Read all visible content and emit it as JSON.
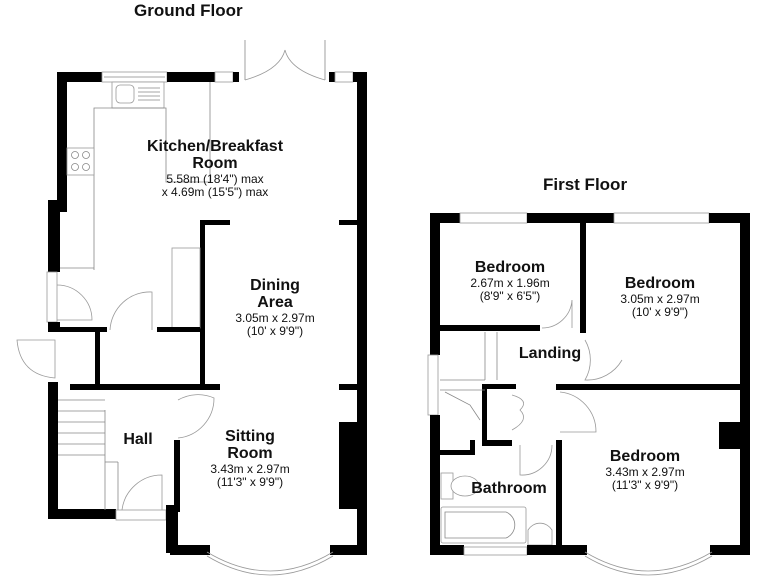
{
  "floors": [
    {
      "title": "Ground Floor",
      "rooms": [
        {
          "name": "Kitchen/Breakfast",
          "name2": "Room",
          "dim1": "5.58m (18'4\") max",
          "dim2": "x 4.69m (15'5\") max"
        },
        {
          "name": "Dining",
          "name2": "Area",
          "dim1": "3.05m x 2.97m",
          "dim2": "(10' x 9'9\")"
        },
        {
          "name": "Hall"
        },
        {
          "name": "Sitting",
          "name2": "Room",
          "dim1": "3.43m x 2.97m",
          "dim2": "(11'3\" x 9'9\")"
        }
      ]
    },
    {
      "title": "First Floor",
      "rooms": [
        {
          "name": "Bedroom",
          "dim1": "2.67m x 1.96m",
          "dim2": "(8'9\" x 6'5\")"
        },
        {
          "name": "Bedroom",
          "dim1": "3.05m x 2.97m",
          "dim2": "(10' x 9'9\")"
        },
        {
          "name": "Landing"
        },
        {
          "name": "Bathroom"
        },
        {
          "name": "Bedroom",
          "dim1": "3.43m x 2.97m",
          "dim2": "(11'3\" x 9'9\")"
        }
      ]
    }
  ]
}
